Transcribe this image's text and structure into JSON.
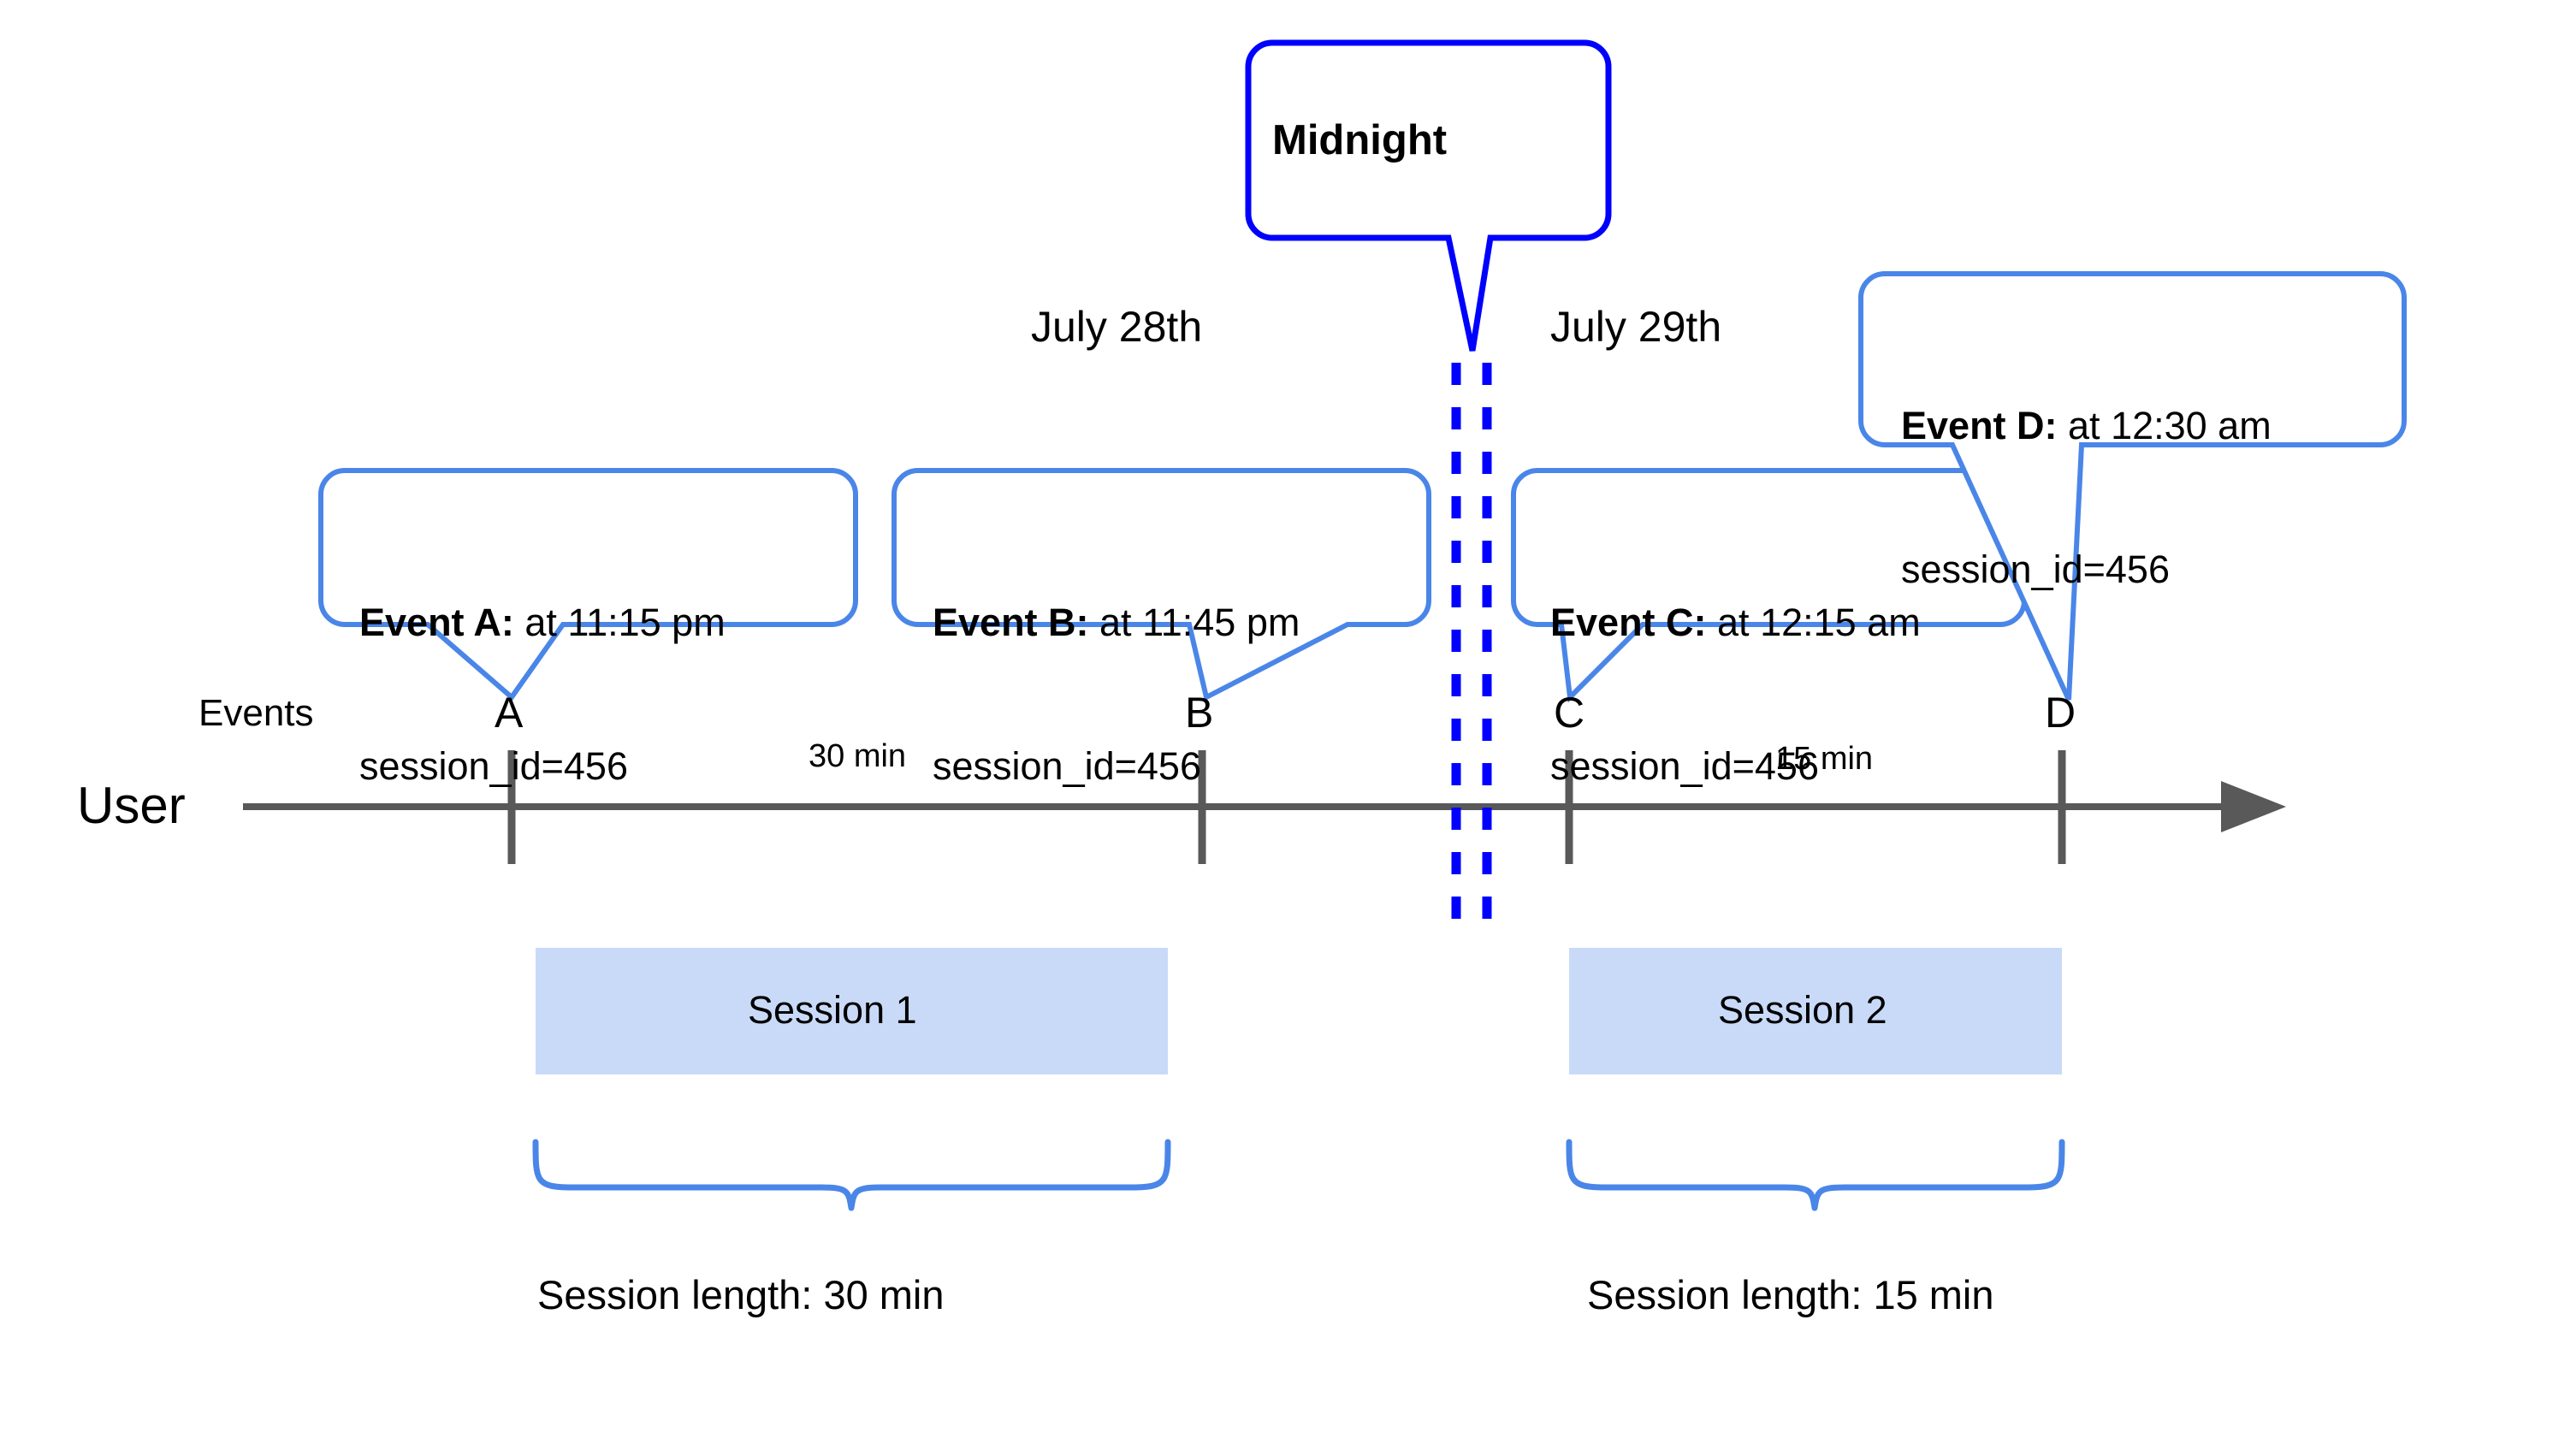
{
  "diagram": {
    "title_note": "User session timeline across midnight",
    "colors": {
      "callout_border": "#4a86e8",
      "midnight_border": "#0000ff",
      "midnight_dashes": "#0000ff",
      "session_fill": "#c9daf8",
      "axis": "#595959",
      "text": "#000000",
      "brace": "#4a86e8"
    }
  },
  "midnight_callout": {
    "label": "Midnight"
  },
  "dates": [
    {
      "label": "July 28th"
    },
    {
      "label": "July 29th"
    }
  ],
  "axis": {
    "row_label_events": "Events",
    "row_label_user": "User",
    "gap_labels": [
      {
        "label": "30 min"
      },
      {
        "label": "15 min"
      }
    ]
  },
  "events": [
    {
      "letter": "A",
      "title": "Event A:",
      "time": " at 11:15 pm",
      "session_id": "session_id=456"
    },
    {
      "letter": "B",
      "title": "Event B:",
      "time": " at 11:45 pm",
      "session_id": "session_id=456"
    },
    {
      "letter": "C",
      "title": "Event C:",
      "time": " at 12:15 am",
      "session_id": "session_id=456"
    },
    {
      "letter": "D",
      "title": "Event D:",
      "time": " at 12:30 am",
      "session_id": "session_id=456"
    }
  ],
  "sessions": [
    {
      "name": "Session 1",
      "length_label": "Session length: 30 min"
    },
    {
      "name": "Session 2",
      "length_label": "Session length: 15 min"
    }
  ]
}
